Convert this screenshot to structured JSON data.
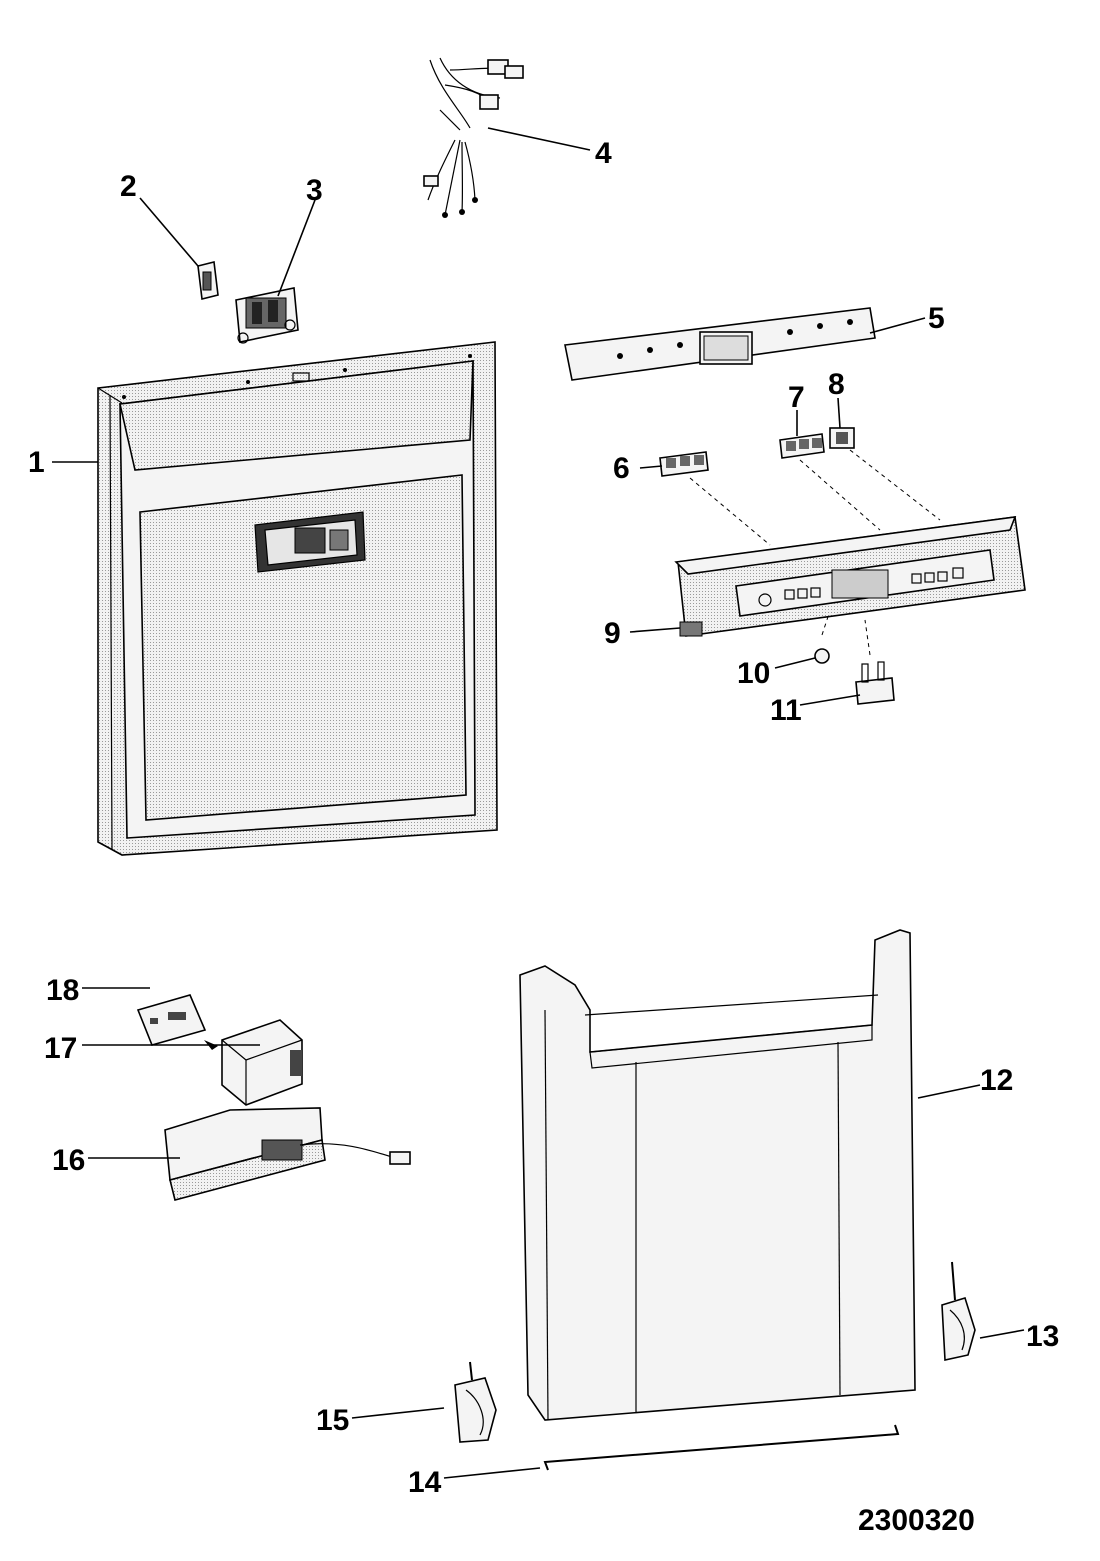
{
  "diagram": {
    "drawing_number": "2300320",
    "callouts": [
      "1",
      "2",
      "3",
      "4",
      "5",
      "6",
      "7",
      "8",
      "9",
      "10",
      "11",
      "12",
      "13",
      "14",
      "15",
      "16",
      "17",
      "18"
    ]
  }
}
